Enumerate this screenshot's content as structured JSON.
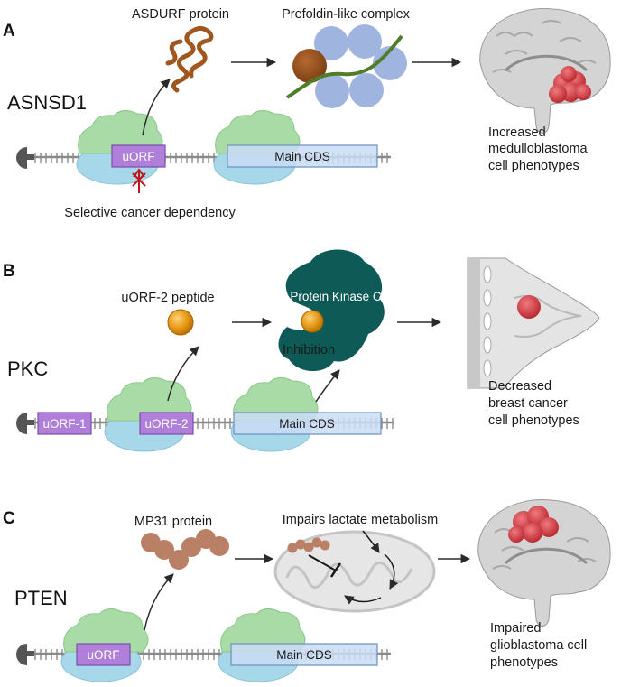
{
  "colors": {
    "uorf_fill": "#b07fd9",
    "uorf_stroke": "#7a4fb0",
    "cds_fill": "#c9dcf5",
    "cds_stroke": "#6f8fbf",
    "ribosome_top": "#a9dba6",
    "ribosome_bottom": "#a7d8ea",
    "prefoldin_blue": "#9fb5e0",
    "asdurf_brown": "#a0561f",
    "peptide_orange": "#e0900f",
    "pkc_teal": "#0d5a57",
    "mp31_brown": "#b98066",
    "tumor_red": "#d8494f",
    "inhibition_red": "#c0141b"
  },
  "panels": [
    {
      "letter": "A",
      "gene": "ASNSD1",
      "protein_label": "ASDURF protein",
      "complex_label": "Prefoldin-like complex",
      "dependency_label": "Selective cancer dependency",
      "uorf_label": "uORF",
      "cds_label": "Main CDS",
      "phenotype_lines": [
        "Increased",
        "medulloblastoma",
        "cell phenotypes"
      ]
    },
    {
      "letter": "B",
      "gene": "PKC",
      "peptide_label": "uORF-2 peptide",
      "kinase_label": "Protein Kinase C",
      "inhibition_label": "Inhibition",
      "uorf1_label": "uORF-1",
      "uorf2_label": "uORF-2",
      "cds_label": "Main CDS",
      "phenotype_lines": [
        "Decreased",
        "breast cancer",
        "cell phenotypes"
      ]
    },
    {
      "letter": "C",
      "gene": "PTEN",
      "protein_label": "MP31 protein",
      "lactate_label": "Impairs lactate metabolism",
      "uorf_label": "uORF",
      "cds_label": "Main CDS",
      "phenotype_lines": [
        "Impaired",
        "glioblastoma cell",
        "phenotypes"
      ]
    }
  ]
}
